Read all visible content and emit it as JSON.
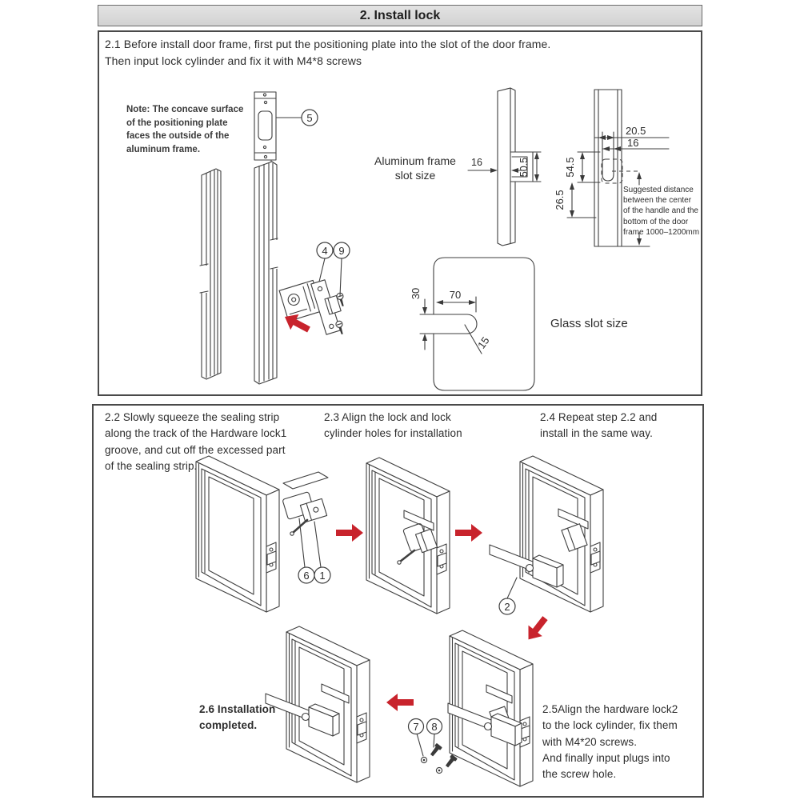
{
  "title": "2. Install lock",
  "colors": {
    "accent_red": "#c8232c",
    "line": "#3f3f3f",
    "header_bg": "#d8d8d8"
  },
  "s1": {
    "step": "2.1 Before install door frame, first put the positioning plate into the slot of the door frame.\nThen input lock cylinder and fix it with M4*8 screws",
    "note": "Note: The concave surface\nof the positioning plate\nfaces the outside of the\naluminum frame.",
    "aluminum_frame_label": "Aluminum frame\nslot size",
    "glass_label": "Glass slot size",
    "suggested_distance": "Suggested distance\nbetween the center\nof the handle and the\nbottom of the door\nframe 1000–1200mm",
    "dims": {
      "frame_thickness": "16",
      "slot_height": "50.5",
      "offset_top": "20.5",
      "offset_inner": "16",
      "handle_span": "54.5",
      "handle_bottom": "26.5",
      "glass_slot_depth": "70",
      "glass_slot_width": "30",
      "glass_slot_radius": "15"
    },
    "callouts": {
      "positioning_plate": "5",
      "latch": "4",
      "latch_screw": "9"
    }
  },
  "s2": {
    "step22": "2.2 Slowly squeeze the sealing strip\nalong the track of the Hardware lock1\ngroove, and cut off the excessed part\nof the sealing strip.",
    "step23": "2.3 Align the lock and lock\ncylinder holes for installation",
    "step24": "2.4 Repeat step 2.2 and\ninstall in the same way.",
    "step25": "2.5Align the hardware lock2\nto the  lock cylinder, fix them\nwith M4*20 screws.\nAnd finally input plugs into\nthe screw hole.",
    "step26": "2.6 Installation\ncompleted.",
    "callouts": {
      "sealing_strip": "6",
      "lock_cylinder": "1",
      "handle": "2",
      "plug": "7",
      "screw": "8"
    }
  }
}
